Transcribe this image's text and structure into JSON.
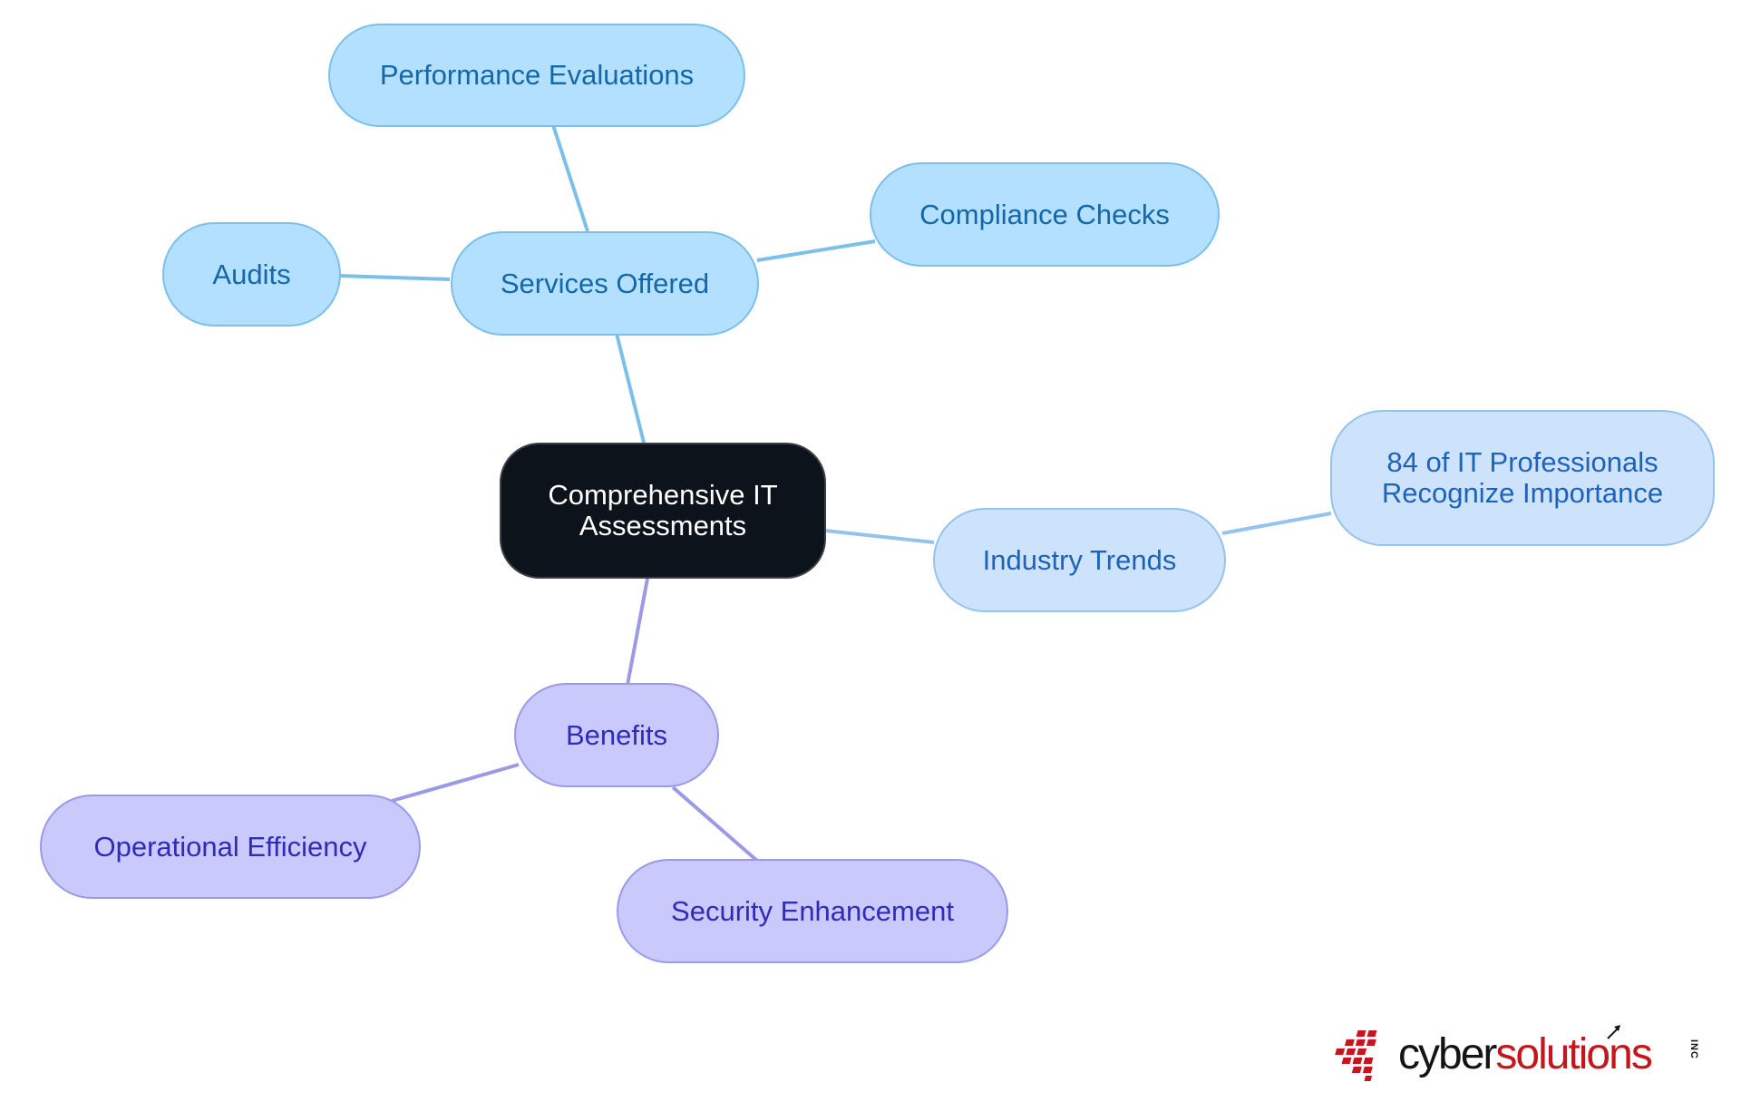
{
  "diagram": {
    "root": {
      "label": "Comprehensive IT\nAssessments"
    },
    "branches": {
      "services": {
        "label": "Services Offered",
        "children": {
          "performance": "Performance Evaluations",
          "compliance": "Compliance Checks",
          "audits": "Audits"
        }
      },
      "trends": {
        "label": "Industry Trends",
        "children": {
          "stat": "84 of IT Professionals\nRecognize Importance"
        }
      },
      "benefits": {
        "label": "Benefits",
        "children": {
          "efficiency": "Operational Efficiency",
          "security": "Security Enhancement"
        }
      }
    },
    "colors": {
      "services": "#b3e0ff",
      "trends": "#cce3fb",
      "benefits": "#c9c9fc",
      "root": "#0d131b"
    }
  },
  "logo": {
    "word_part1": "cyber",
    "word_part2": "solutions",
    "suffix": "INC"
  }
}
